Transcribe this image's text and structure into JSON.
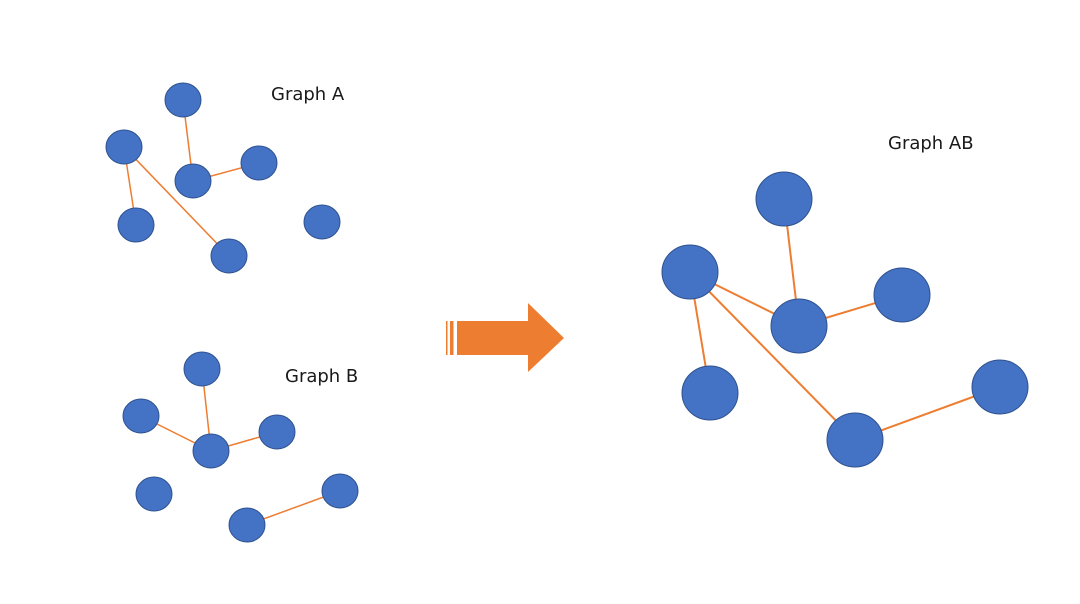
{
  "colors": {
    "node_fill": "#4472C4",
    "node_stroke": "#2F528F",
    "edge": "#ED7D31",
    "arrow": "#ED7D31",
    "text": "#1a1a1a"
  },
  "graphs": [
    {
      "id": "A",
      "label": "Graph A",
      "nodes": [
        "a1",
        "a2",
        "a3",
        "a4",
        "a5",
        "a6",
        "a7"
      ],
      "edges": [
        [
          "a1",
          "a3"
        ],
        [
          "a3",
          "a4"
        ],
        [
          "a2",
          "a5"
        ],
        [
          "a2",
          "a6"
        ]
      ]
    },
    {
      "id": "B",
      "label": "Graph B",
      "nodes": [
        "b1",
        "b2",
        "b3",
        "b4",
        "b5",
        "b6",
        "b7"
      ],
      "edges": [
        [
          "b1",
          "b3"
        ],
        [
          "b2",
          "b3"
        ],
        [
          "b3",
          "b4"
        ],
        [
          "b6",
          "b7"
        ]
      ]
    },
    {
      "id": "AB",
      "label": "Graph AB",
      "nodes": [
        "ab1",
        "ab2",
        "ab3",
        "ab4",
        "ab5",
        "ab6",
        "ab7"
      ],
      "edges": [
        [
          "ab1",
          "ab3"
        ],
        [
          "ab2",
          "ab3"
        ],
        [
          "ab3",
          "ab4"
        ],
        [
          "ab2",
          "ab5"
        ],
        [
          "ab2",
          "ab6"
        ],
        [
          "ab6",
          "ab7"
        ]
      ]
    }
  ],
  "arrow": {
    "icon": "striped-right-arrow-icon",
    "meaning": "merge A and B into AB"
  }
}
